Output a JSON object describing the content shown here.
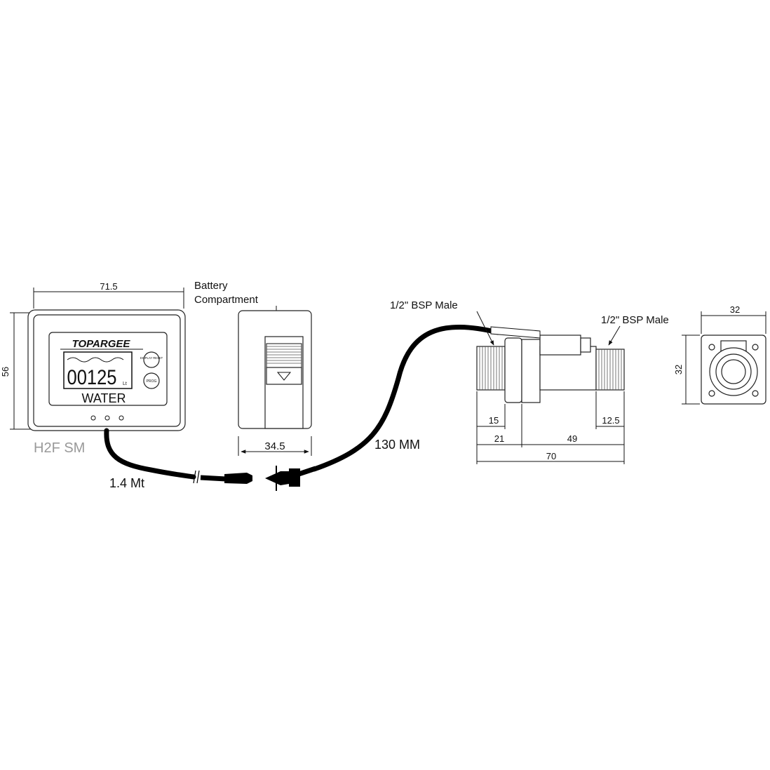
{
  "display_unit": {
    "brand": "TOPARGEE",
    "counter": "00125",
    "unit": "Lt",
    "medium": "WATER",
    "button_reset": "DISPLAY RESET",
    "button_prog": "PROG",
    "model": "H2F SM"
  },
  "dimensions": {
    "display_width": "71.5",
    "display_height": "56",
    "back_width": "34.5",
    "sensor_thread_left": "15",
    "sensor_offset": "21",
    "sensor_body": "49",
    "sensor_thread_right": "12.5",
    "sensor_total": "70",
    "end_width": "32",
    "end_height": "32"
  },
  "labels": {
    "battery_line1": "Battery",
    "battery_line2": "Compartment",
    "thread_left": "1/2\" BSP Male",
    "thread_right": "1/2\" BSP Male",
    "cable_display": "1.4 Mt",
    "cable_sensor": "130 MM"
  }
}
